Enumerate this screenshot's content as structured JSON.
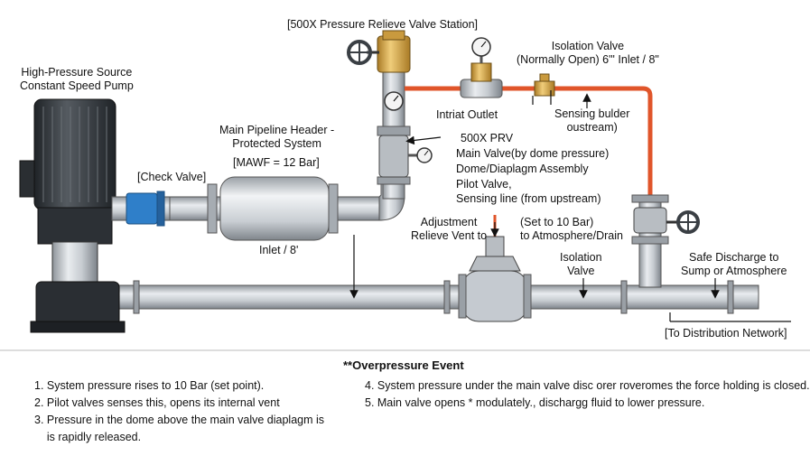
{
  "labels": {
    "station_title": "[500X Pressure Relieve Valve Station]",
    "pump_line1": "High-Pressure Source",
    "pump_line2": "Constant Speed Pump",
    "isolation_top_line1": "Isolation Valve",
    "isolation_top_line2": "(Normally Open)  6\"'   Inlet / 8\"",
    "main_header_line1": "Main Pipeline Header -",
    "main_header_line2": "Protected System",
    "mawf": "[MAWF = 12 Bar]",
    "check_valve": "[Check Valve]",
    "intriat_outlet": "Intriat Outlet",
    "sensing_line1": "Sensing bulder",
    "sensing_line2": "oustream)",
    "prv": "500X PRV",
    "main_valve": "Main Valve(by dome pressure)",
    "dome": "Dome/Diaplagm Assembly",
    "pilot": "Pilot Valve,",
    "sensing_upstream": "Sensing line (from upstream)",
    "adjust_line1": "Adjustment",
    "adjust_line2": "Relieve Vent to",
    "set_line1": "(Set to 10 Bar)",
    "set_line2": "to Atmosphere/Drain",
    "inlet8": "Inlet / 8'",
    "isolation_mid_line1": "Isolation",
    "isolation_mid_line2": "Valve",
    "safe_line1": "Safe Discharge to",
    "safe_line2": "Sump or Atmosphere",
    "distribution": "[To Distribution Network]"
  },
  "event": {
    "title": "**Overpressure Event",
    "left_steps": [
      "1. System pressure rises to 10 Bar (set point).",
      "2. Pilot valves senses this, opens its internal vent",
      "3. Pressure in the dome above the main valve diaplagm is",
      "    is rapidly released."
    ],
    "right_steps": [
      "4. System pressure under the main valve disc orer roveromes the force holding is closed.",
      "5. Main valve opens * modulately., dischargg fluid to lower pressure."
    ]
  },
  "colors": {
    "pipe": "#b9bec4",
    "sensing_line": "#e0552a",
    "check_valve": "#2f7fc9",
    "brass": "#d6a84a",
    "motor": "#3a3f44"
  }
}
